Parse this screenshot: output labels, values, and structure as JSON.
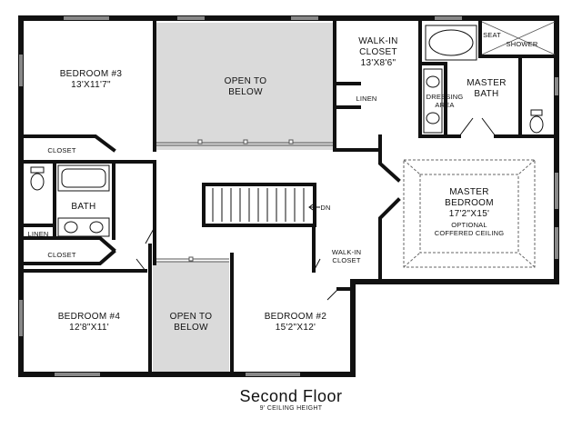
{
  "plan": {
    "title": "Second Floor",
    "subtitle": "9' CEILING HEIGHT",
    "rooms": {
      "bedroom3": {
        "name": "BEDROOM #3",
        "size": "13'X11'7\""
      },
      "open_below_top": {
        "line1": "OPEN TO",
        "line2": "BELOW"
      },
      "walkin_top": {
        "line1": "WALK-IN",
        "line2": "CLOSET",
        "size": "13'X8'6\""
      },
      "linen_top": "LINEN",
      "seat": "SEAT",
      "shower": "SHOWER",
      "dressing": {
        "line1": "DRESSING",
        "line2": "AREA"
      },
      "master_bath": {
        "line1": "MASTER",
        "line2": "BATH"
      },
      "closet_upper": "CLOSET",
      "bath": "BATH",
      "linen_left": "LINEN",
      "closet_lower": "CLOSET",
      "stair_dn": "DN",
      "master_bedroom": {
        "line1": "MASTER",
        "line2": "BEDROOM",
        "size": "17'2\"X15'",
        "note1": "OPTIONAL",
        "note2": "COFFERED CEILING"
      },
      "walkin_mid": {
        "line1": "WALK-IN",
        "line2": "CLOSET"
      },
      "bedroom4": {
        "name": "BEDROOM #4",
        "size": "12'8\"X11'"
      },
      "open_below_bottom": {
        "line1": "OPEN TO",
        "line2": "BELOW"
      },
      "bedroom2": {
        "name": "BEDROOM #2",
        "size": "15'2\"X12'"
      }
    },
    "colors": {
      "wall": "#111111",
      "open_area": "#dadada",
      "window": "#ffffff",
      "background": "#ffffff"
    }
  }
}
